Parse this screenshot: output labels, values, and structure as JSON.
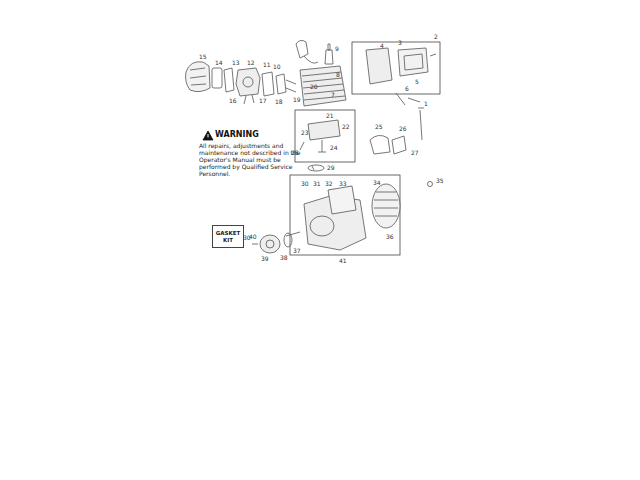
{
  "diagram": {
    "nodes": [
      {
        "text": [
          "GASKET KIT"
        ]
      }
    ],
    "labels": [
      "WARNING",
      "All repairs, adjustments and maintenance not described in the Operator's Manual must be performed by Qualified Service Personnel.",
      "1",
      "2",
      "3",
      "4",
      "5",
      "6",
      "7",
      "8",
      "9",
      "10",
      "11",
      "12",
      "13",
      "14",
      "15",
      "16",
      "17",
      "18",
      "19",
      "20",
      "21",
      "22",
      "23",
      "24",
      "25",
      "26",
      "27",
      "28",
      "29",
      "30",
      "31",
      "32",
      "33",
      "34",
      "35",
      "36",
      "37",
      "38",
      "39",
      "40",
      "41",
      "30"
    ]
  }
}
